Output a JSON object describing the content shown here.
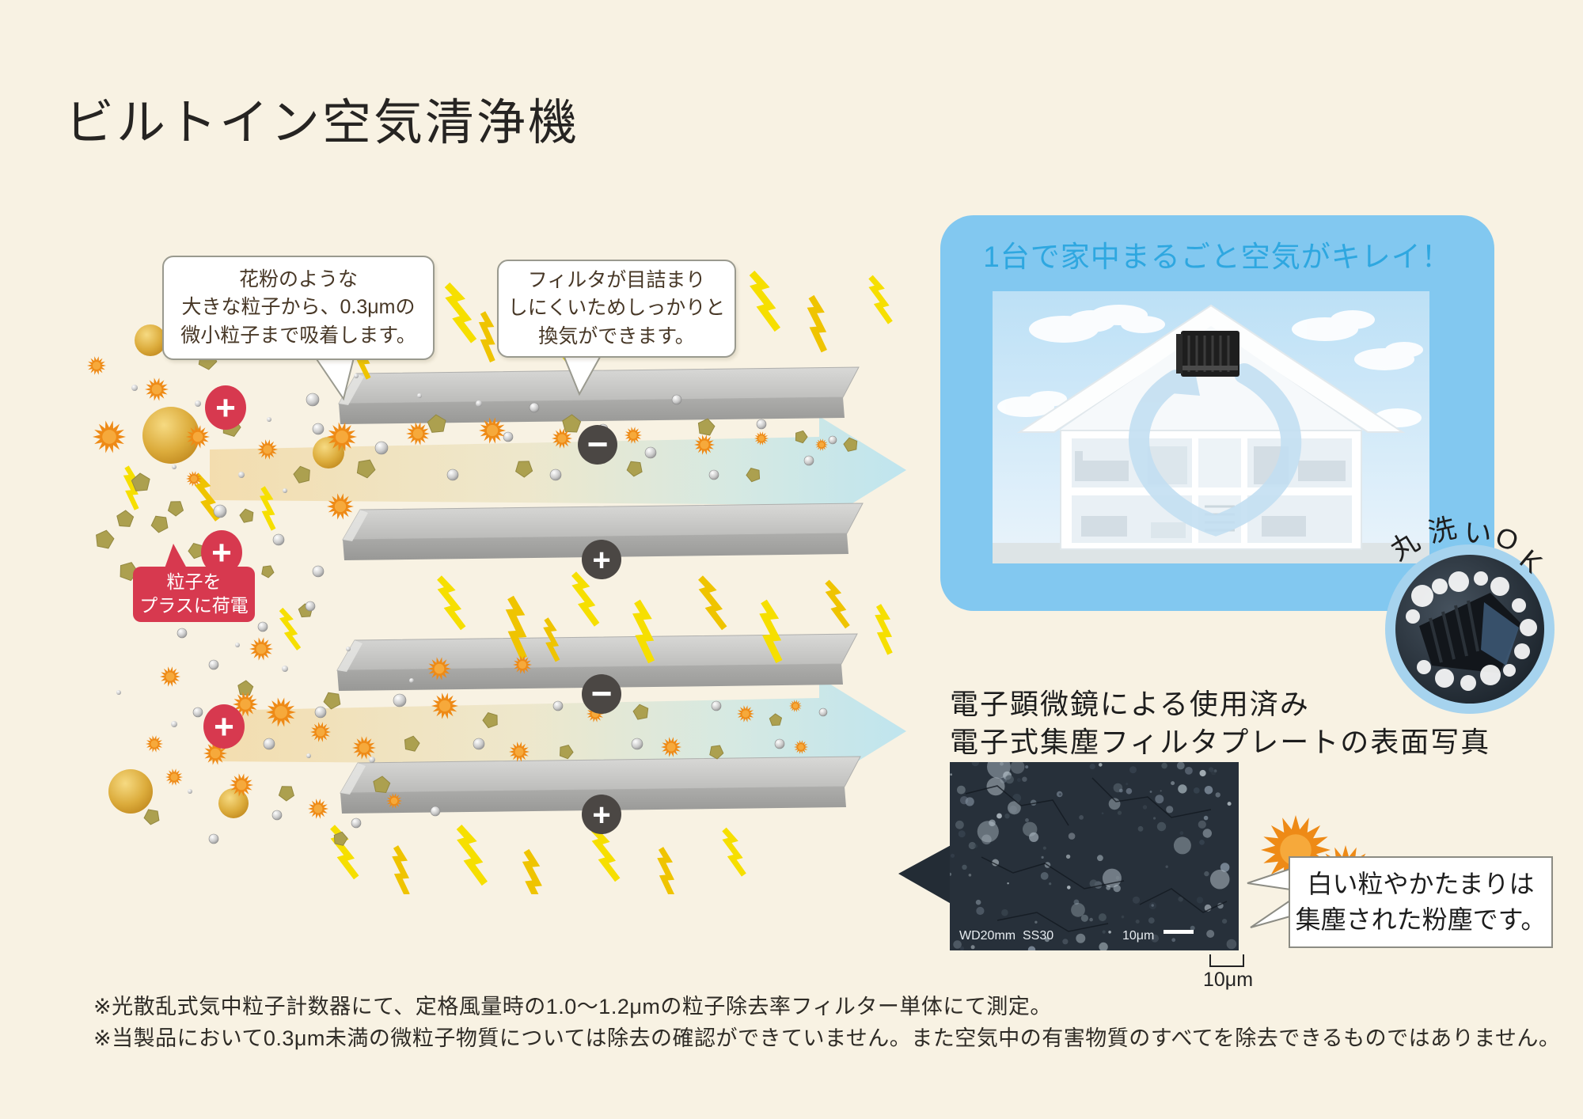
{
  "title": "ビルトイン空気清浄機",
  "colors": {
    "background": "#F8F2E3",
    "accent_red": "#D7394F",
    "badge_dark": "#4B4744",
    "sky_blue_box": "#82C8F0",
    "headline_blue": "#2EA7E0",
    "lightning_yellow": "#F6DF00",
    "lightning_gold": "#EFC400",
    "particle_orange": "#EE8A16",
    "particle_olive": "#ACA04F",
    "flow_cyan": "#BCE4EF",
    "flow_tan": "#F3DCAC",
    "plate_gray": "#C6C6C4"
  },
  "filter_diagram": {
    "callout_pollen": {
      "lines": [
        "花粉のような",
        "大きな粒子から、0.3μmの",
        "微小粒子まで吸着します。"
      ]
    },
    "callout_vent": {
      "lines": [
        "フィルタが目詰まり",
        "しにくいためしっかりと",
        "換気ができます。"
      ]
    },
    "charge_label": {
      "lines": [
        "粒子を",
        "プラスに荷電"
      ]
    },
    "plus_badge": "+",
    "minus_badge": "−"
  },
  "whole_house_panel": {
    "headline": "1台で家中まるごと空気がキレイ！",
    "washable_chars": [
      "丸",
      "洗",
      "い",
      "O",
      "K"
    ]
  },
  "micrograph": {
    "caption_lines": [
      "電子顕微鏡による使用済み",
      "電子式集塵フィルタプレートの表面写真"
    ],
    "photo_label_wd": "WD20mm",
    "photo_label_model": "SS30",
    "photo_scale_label": "10μm",
    "scale_below_label": "10μm",
    "callout_dust": {
      "lines": [
        "白い粒やかたまりは",
        "集塵された粉塵です。"
      ]
    }
  },
  "footnotes": {
    "line1": "※光散乱式気中粒子計数器にて、定格風量時の1.0〜1.2μmの粒子除去率フィルター単体にて測定。",
    "line2": "※当製品において0.3μm未満の微粒子物質については除去の確認ができていません。また空気中の有害物質のすべてを除去できるものではありません。"
  }
}
